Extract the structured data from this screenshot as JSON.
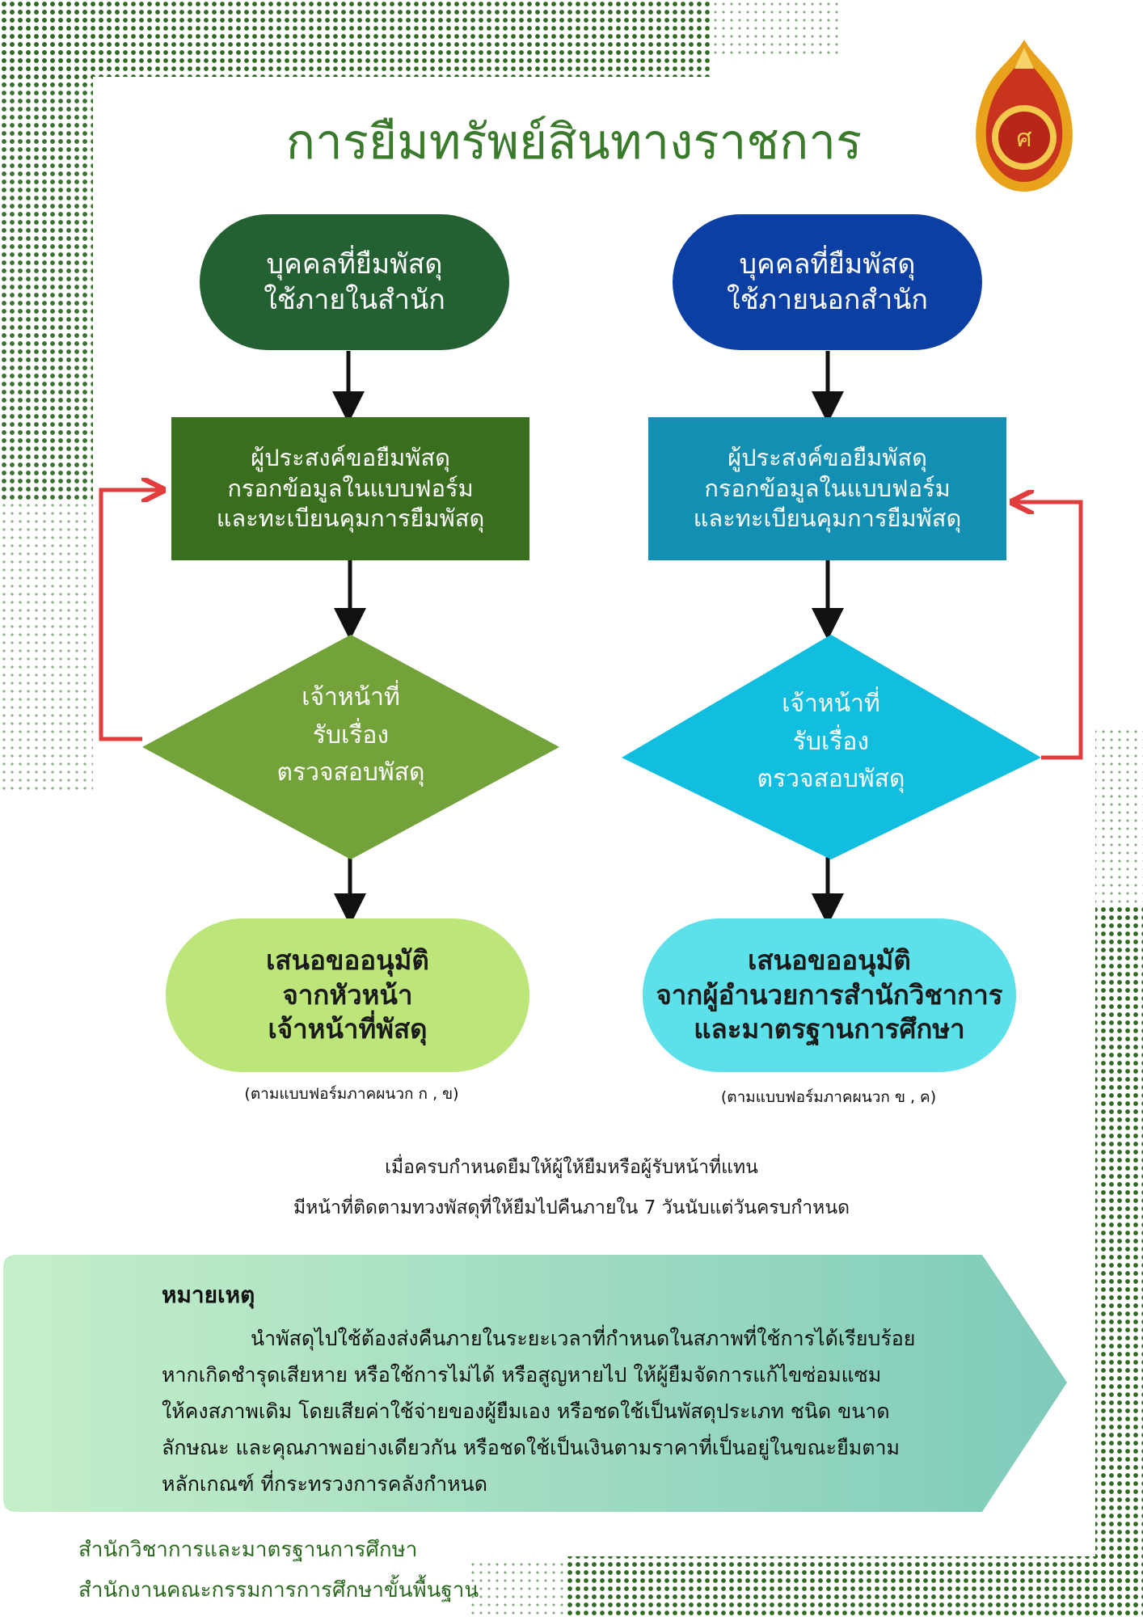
{
  "title": "การยืมทรัพย์สินทางราชการ",
  "left": {
    "start": {
      "line1": "บุคคลที่ยืมพัสดุ",
      "line2": "ใช้ภายในสำนัก"
    },
    "form": {
      "line1": "ผู้ประสงค์ขอยืมพัสดุ",
      "line2": "กรอกข้อมูลในแบบฟอร์ม",
      "line3": "และทะเบียนคุมการยืมพัสดุ"
    },
    "check": {
      "line1": "เจ้าหน้าที่",
      "line2": "รับเรื่อง",
      "line3": "ตรวจสอบพัสดุ"
    },
    "approve": {
      "line1": "เสนอขออนุมัติ",
      "line2": "จากหัวหน้า",
      "line3": "เจ้าหน้าที่พัสดุ"
    },
    "appendix": "(ตามแบบฟอร์มภาคผนวก ก , ข)"
  },
  "right": {
    "start": {
      "line1": "บุคคลที่ยืมพัสดุ",
      "line2": "ใช้ภายนอกสำนัก"
    },
    "form": {
      "line1": "ผู้ประสงค์ขอยืมพัสดุ",
      "line2": "กรอกข้อมูลในแบบฟอร์ม",
      "line3": "และทะเบียนคุมการยืมพัสดุ"
    },
    "check": {
      "line1": "เจ้าหน้าที่",
      "line2": "รับเรื่อง",
      "line3": "ตรวจสอบพัสดุ"
    },
    "approve": {
      "line1": "เสนอขออนุมัติ",
      "line2": "จากผู้อำนวยการสำนักวิชาการ",
      "line3": "และมาตรฐานการศึกษา"
    },
    "appendix": "(ตามแบบฟอร์มภาคผนวก ข , ค)"
  },
  "notice": {
    "line1": "เมื่อครบกำหนดยืมให้ผู้ให้ยืมหรือผู้รับหน้าที่แทน",
    "line2": "มีหน้าที่ติดตามทวงพัสดุที่ให้ยืมไปคืนภายใน 7 วันนับแต่วันครบกำหนด"
  },
  "remark": {
    "title": "หมายเหตุ",
    "lines": [
      "นำพัสดุไปใช้ต้องส่งคืนภายในระยะเวลาที่กำหนดในสภาพที่ใช้การได้เรียบร้อย",
      "หากเกิดชำรุดเสียหาย หรือใช้การไม่ได้ หรือสูญหายไป ให้ผู้ยืมจัดการแก้ไขซ่อมแซม",
      "ให้คงสภาพเดิม โดยเสียค่าใช้จ่ายของผู้ยืมเอง หรือชดใช้เป็นพัสดุประเภท ชนิด ขนาด",
      "ลักษณะ และคุณภาพอย่างเดียวกัน หรือชดใช้เป็นเงินตามราคาที่เป็นอยู่ในขณะยืมตาม",
      "หลักเกณฑ์ ที่กระทรวงการคลังกำหนด"
    ]
  },
  "footer": {
    "line1": "สำนักวิชาการและมาตรฐานการศึกษา",
    "line2": "สำนักงานคณะกรรมการการศึกษาขั้นพื้นฐาน"
  },
  "colors": {
    "left_start": "#236133",
    "left_form": "#3a6e1f",
    "left_check": "#73a23a",
    "left_approve": "#bde67a",
    "right_start": "#0c3fa3",
    "right_form": "#138fb3",
    "right_check": "#11bedf",
    "right_approve": "#5ce1ea",
    "loop_arrow": "#e33c3c",
    "title": "#3a7a2b"
  },
  "icons": {
    "logo": "obec-emblem"
  }
}
